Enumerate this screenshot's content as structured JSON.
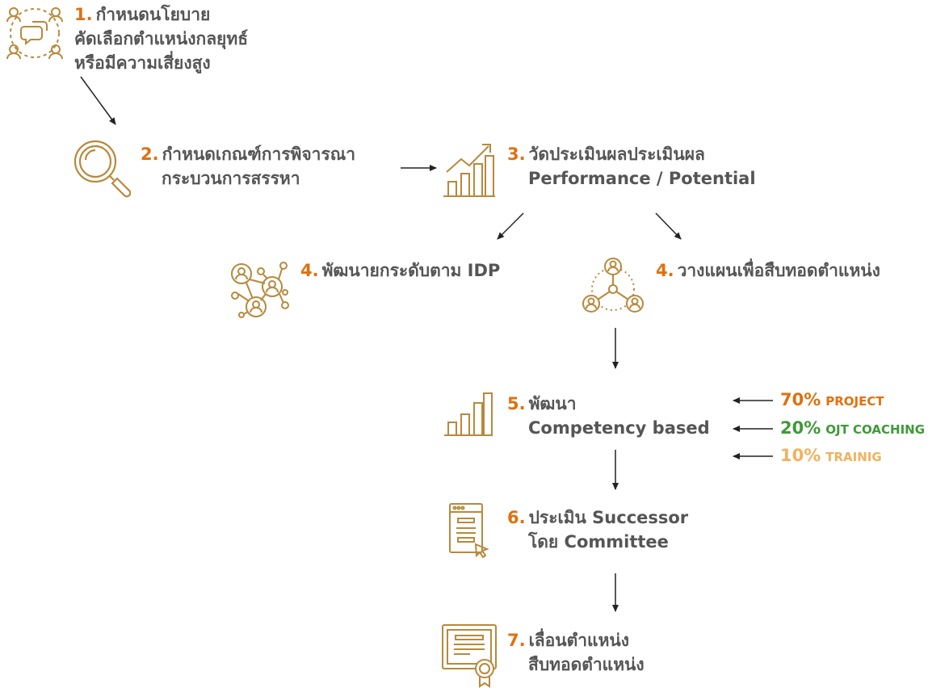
{
  "steps": {
    "s1": {
      "num": "1.",
      "lines": [
        "กำหนดนโยบาย",
        "คัดเลือกตำแหน่งกลยุทธ์",
        "หรือมีความเสี่ยงสูง"
      ]
    },
    "s2": {
      "num": "2.",
      "lines": [
        "กำหนดเกณฑ์การพิจารณา",
        "กระบวนการสรรหา"
      ]
    },
    "s3": {
      "num": "3.",
      "lines": [
        "วัดประเมินผลประเมินผล",
        "Performance / Potential"
      ]
    },
    "s4a": {
      "num": "4.",
      "lines": [
        "พัฒนายกระดับตาม IDP"
      ]
    },
    "s4b": {
      "num": "4.",
      "lines": [
        "วางแผนเพื่อสืบทอดตำแหน่ง"
      ]
    },
    "s5": {
      "num": "5.",
      "lines": [
        "พัฒนา",
        "Competency based"
      ]
    },
    "s6": {
      "num": "6.",
      "lines": [
        "ประเมิน Successor",
        "โดย Committee"
      ]
    },
    "s7": {
      "num": "7.",
      "lines": [
        "เลื่อนตำแหน่ง",
        "สืบทอดตำแหน่ง"
      ]
    }
  },
  "development_mix": [
    {
      "percent": "70%",
      "label": "PROJECT",
      "color": "#e0700f"
    },
    {
      "percent": "20%",
      "label": "OJT COACHING",
      "color": "#3e9a38"
    },
    {
      "percent": "10%",
      "label": "TRAINIG",
      "color": "#f0b25e"
    }
  ],
  "colors": {
    "icon": "#b8893c",
    "number": "#e0700f",
    "text": "#555555",
    "arrow": "#222222"
  },
  "icons": {
    "s1": "meeting-people-chat-icon",
    "s2": "magnifier-icon",
    "s3": "growth-bar-chart-icon",
    "s4a": "people-network-icon",
    "s4b": "succession-team-icon",
    "s5": "bar-chart-icon",
    "s6": "evaluation-form-icon",
    "s7": "certificate-icon"
  }
}
